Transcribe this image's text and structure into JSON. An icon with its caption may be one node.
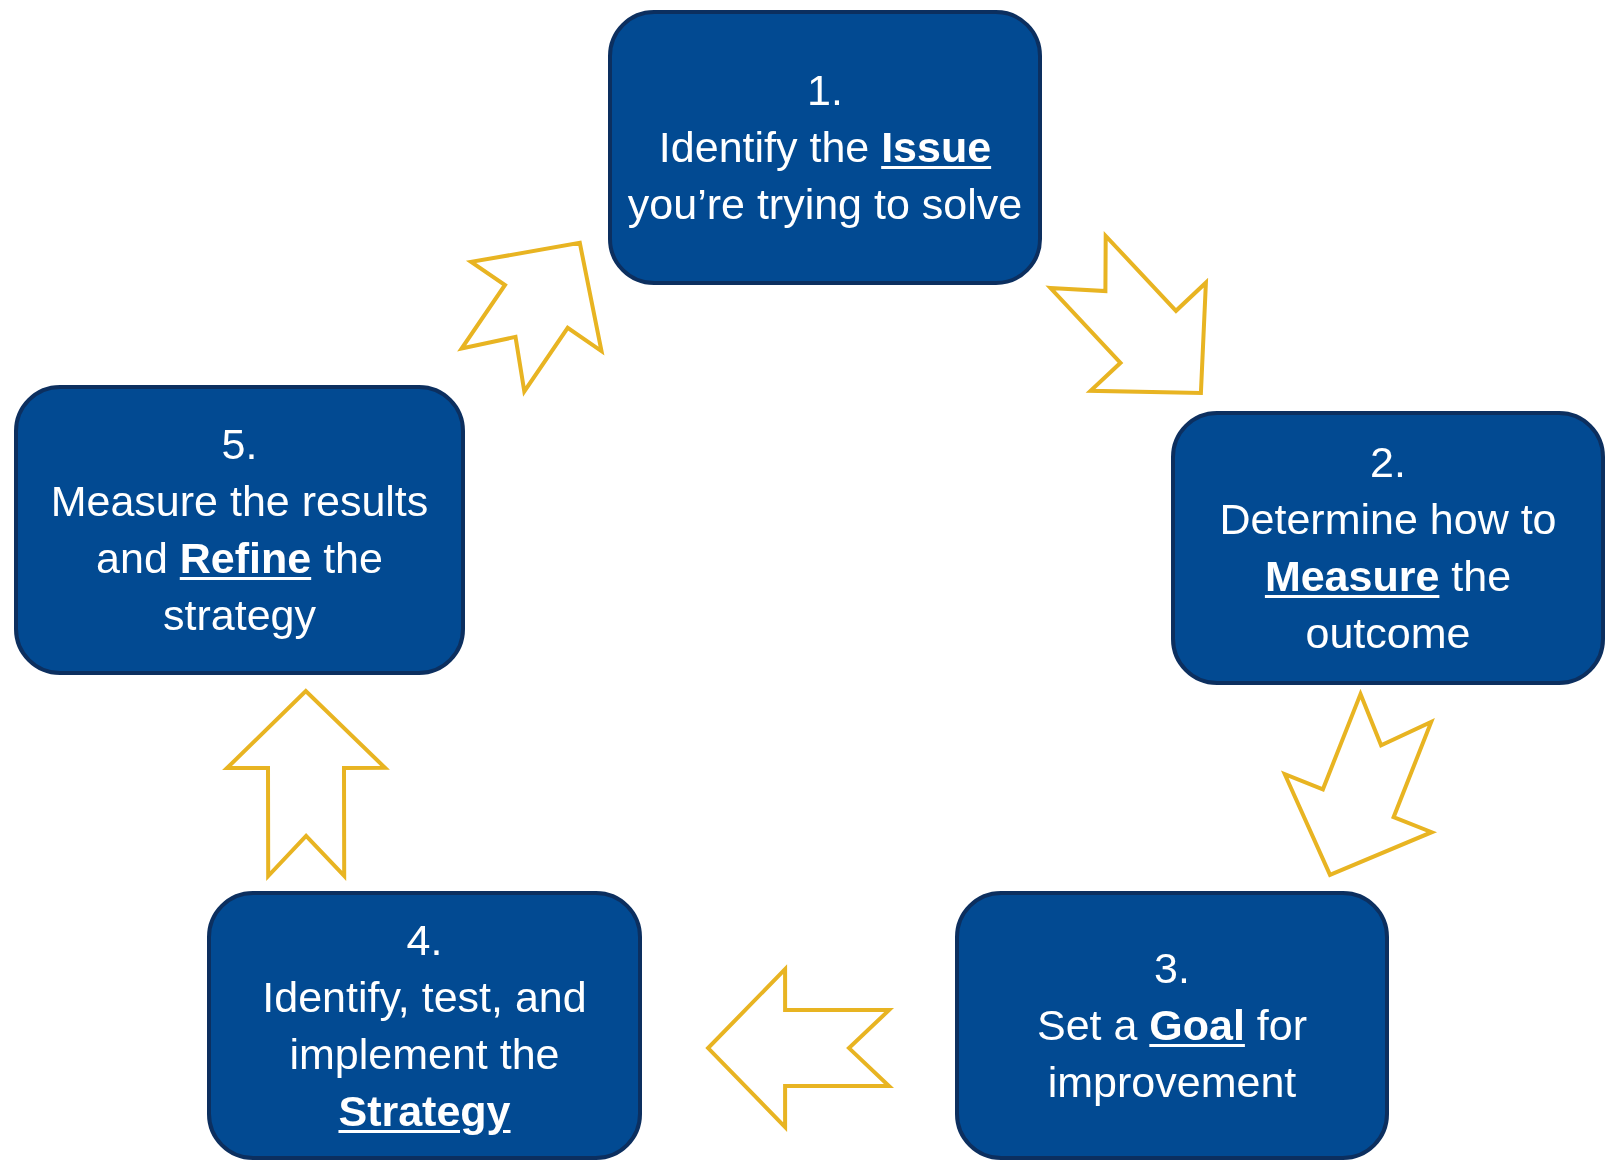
{
  "diagram": {
    "nodes": [
      {
        "text": [
          "1.",
          "Identify the **Issue** you’re trying to solve"
        ]
      },
      {
        "text": [
          "2.",
          "Determine how to **Measure** the outcome"
        ]
      },
      {
        "text": [
          "3.",
          "Set a **Goal** for improvement"
        ]
      },
      {
        "text": [
          "4.",
          "Identify, test, and implement the **Strategy**"
        ]
      },
      {
        "text": [
          "5.",
          "Measure the results and **Refine** the strategy"
        ]
      }
    ],
    "edges": [
      {
        "from": 0,
        "to": 1,
        "arrow": "to"
      },
      {
        "from": 1,
        "to": 2,
        "arrow": "to"
      },
      {
        "from": 2,
        "to": 3,
        "arrow": "to"
      },
      {
        "from": 3,
        "to": 4,
        "arrow": "to"
      },
      {
        "from": 4,
        "to": 0,
        "arrow": "to"
      }
    ]
  }
}
